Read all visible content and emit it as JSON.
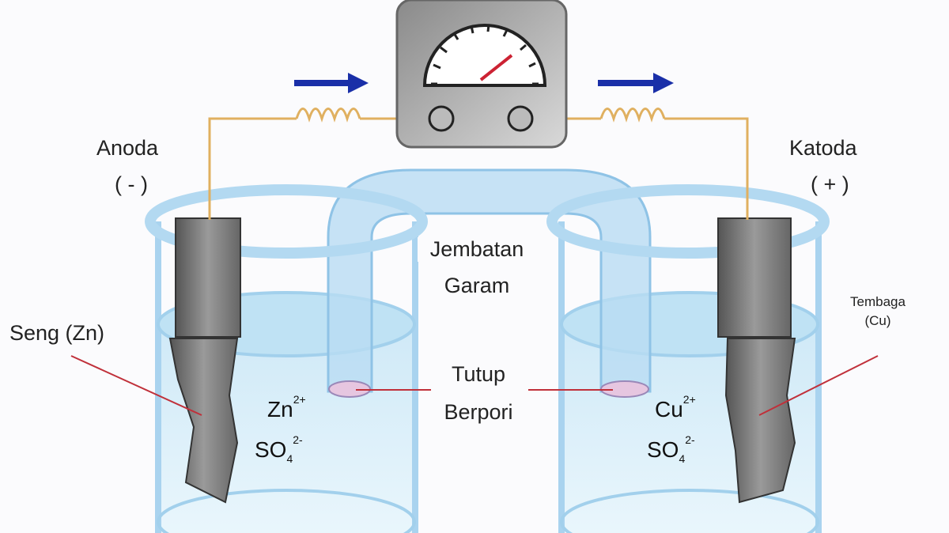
{
  "labels": {
    "anode": "Anoda",
    "anode_sign": "( - )",
    "cathode": "Katoda",
    "cathode_sign": "( + )",
    "zinc": "Seng (Zn)",
    "copper_line1": "Tembaga",
    "copper_line2": "(Cu)",
    "bridge_line1": "Jembatan",
    "bridge_line2": "Garam",
    "cap_line1": "Tutup",
    "cap_line2": "Berpori"
  },
  "ions": {
    "left_cation": {
      "base": "Zn",
      "charge": "2+"
    },
    "left_anion": {
      "base": "SO",
      "sub": "4",
      "charge": "2-"
    },
    "right_cation": {
      "base": "Cu",
      "charge": "2+"
    },
    "right_anion": {
      "base": "SO",
      "sub": "4",
      "charge": "2-"
    }
  },
  "colors": {
    "wire": "#e0b060",
    "arrow": "#1a2fa8",
    "needle": "#cc2233",
    "leader": "#c0303a",
    "glass": "#a9d3ef",
    "solution": "#d8eef9"
  }
}
